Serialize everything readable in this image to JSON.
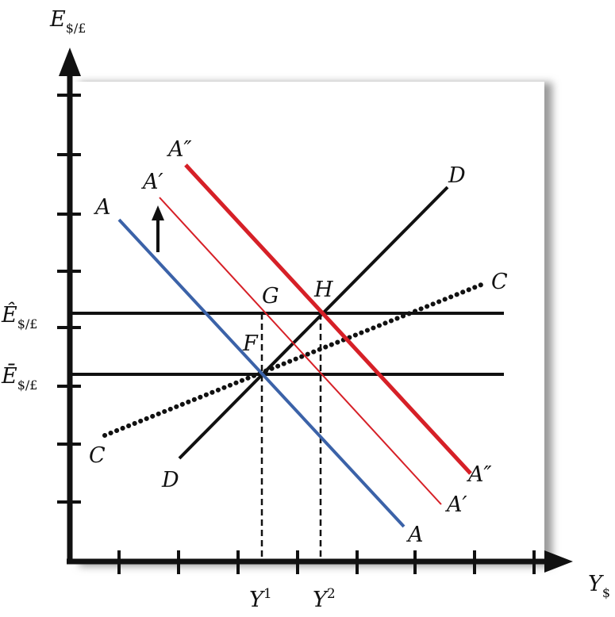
{
  "diagram": {
    "axes": {
      "y_label": "E",
      "y_label_sub": "$/£",
      "x_label": "Y",
      "x_label_sub": "$"
    },
    "levels": {
      "e_hat": {
        "symbol": "Ê",
        "sub": "$/£"
      },
      "e_bar": {
        "symbol": "Ē",
        "sub": "$/£"
      }
    },
    "outputs": {
      "y1": {
        "symbol": "Y",
        "sup": "1"
      },
      "y2": {
        "symbol": "Y",
        "sup": "2"
      }
    },
    "curves": {
      "aa": {
        "start": "A",
        "end": "A",
        "color": "#3b62a8"
      },
      "aa_prime": {
        "start": "A′",
        "end": "A′",
        "color": "#d62027"
      },
      "aa_double_prime": {
        "start": "A″",
        "end": "A″",
        "color": "#d62027"
      },
      "dd": {
        "start": "D",
        "end": "D",
        "color": "#111111"
      },
      "cc": {
        "start": "C",
        "end": "C",
        "color": "#111111"
      }
    },
    "points": {
      "f": "F",
      "g": "G",
      "h": "H"
    },
    "colors": {
      "panel": "#ffffff",
      "shadow": "#9a9a9a",
      "axis": "#111111"
    }
  }
}
